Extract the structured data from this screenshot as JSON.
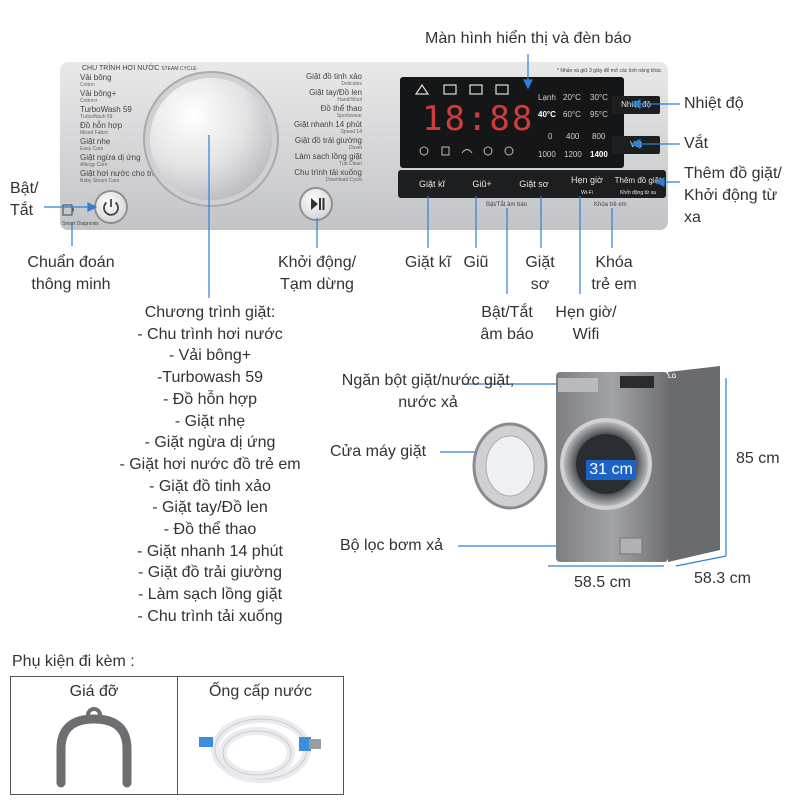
{
  "panel": {
    "program_header": "CHU TRÌNH HƠI NƯỚC",
    "program_header_sub": "STEAM CYCLE",
    "left_programs": [
      {
        "label": "Vải bông",
        "sub": "Cotton"
      },
      {
        "label": "Vải bông+",
        "sub": "Cotton+"
      },
      {
        "label": "TurboWash 59",
        "sub": "TurboWash 59"
      },
      {
        "label": "Đồ hỗn hợp",
        "sub": "Mixed Fabric"
      },
      {
        "label": "Giặt nhẹ",
        "sub": "Easy Care"
      },
      {
        "label": "Giặt ngừa dị ứng",
        "sub": "Allergy Care"
      },
      {
        "label": "Giặt hơi nước cho trẻ em",
        "sub": "Baby Steam Care"
      }
    ],
    "right_programs": [
      {
        "label": "Giặt đồ tinh xảo",
        "sub": "Delicates"
      },
      {
        "label": "Giặt tay/Đồ len",
        "sub": "Hand/Wool"
      },
      {
        "label": "Đồ thể thao",
        "sub": "Sportswear"
      },
      {
        "label": "Giặt nhanh 14 phút",
        "sub": "Speed 14"
      },
      {
        "label": "Giặt đồ trải giường",
        "sub": "Duvet"
      },
      {
        "label": "Làm sạch lồng giặt",
        "sub": "Tub Clean"
      },
      {
        "label": "Chu trình tải xuống",
        "sub": "Download Cycle"
      }
    ],
    "smart_diag": "Smart Diagnosis",
    "display_note": "* Nhấn và giữ 3 giây để mở các tính năng khác",
    "temp_row": [
      "Lạnh",
      "20°C",
      "30°C",
      "40°C",
      "60°C",
      "95°C"
    ],
    "spin_row": [
      "0",
      "400",
      "800",
      "1000",
      "1200",
      "1400"
    ],
    "digits": "18:88",
    "temp_button": "Nhiệt độ",
    "spin_button": "Vắt",
    "buttons": [
      "Giặt kĩ",
      "Giũ+",
      "Giặt sơ",
      "Hẹn giờ",
      "Thêm đồ giặt"
    ],
    "button_sub_wifi": "Wi-Fi",
    "button_sub_remote": "Khởi động từ xa",
    "hint_beep": "Bật/Tắt âm báo",
    "hint_lock": "Khóa trẻ em"
  },
  "callouts": {
    "display": "Màn hình hiển thị và đèn báo",
    "temperature": "Nhiệt độ",
    "spin": "Vắt",
    "add_item": "Thêm đồ giặt/ Khởi động từ xa",
    "power": "Bật/ Tắt",
    "smart_diagnosis": "Chuẩn đoán thông minh",
    "start_pause": "Khởi động/ Tạm dừng",
    "intensive": "Giặt kĩ",
    "rinse": "Giũ",
    "prewash": "Giặt sơ",
    "child_lock": "Khóa trẻ em",
    "beep": "Bật/Tắt âm báo",
    "timer": "Hẹn giờ/ Wifi",
    "detergent_drawer": "Ngăn bột giặt/nước giặt, nước xả",
    "door": "Cửa máy giặt",
    "drain_filter": "Bộ lọc bơm xả"
  },
  "programs": {
    "title": "Chương trình giặt:",
    "items": [
      "- Chu trình hơi nước",
      "- Vải bông+",
      "-Turbowash 59",
      "- Đồ hỗn hợp",
      "- Giặt nhẹ",
      "- Giặt ngừa dị ứng",
      "- Giặt hơi nước đồ trẻ em",
      "- Giặt đồ tinh xảo",
      "- Giặt tay/Đồ len",
      "- Đồ thể thao",
      "- Giặt nhanh 14 phút",
      "- Giặt đồ trải giường",
      "- Làm sạch lồng giặt",
      "- Chu trình tải xuống"
    ]
  },
  "dimensions": {
    "door_diameter": "31 cm",
    "height": "85 cm",
    "width": "58.5 cm",
    "depth": "58.3 cm"
  },
  "machine_brand": "LG",
  "accessories": {
    "title": "Phụ kiện đi kèm :",
    "items": [
      "Giá đỡ",
      "Ống cấp nước"
    ]
  },
  "colors": {
    "panel": "#d3d4d6",
    "display_bg": "#151618",
    "digits": "#d23b3b",
    "dimension_label_bg": "#1c63c8",
    "machine_body": "#8b8c90",
    "accent_blue": "#3c8de0"
  }
}
